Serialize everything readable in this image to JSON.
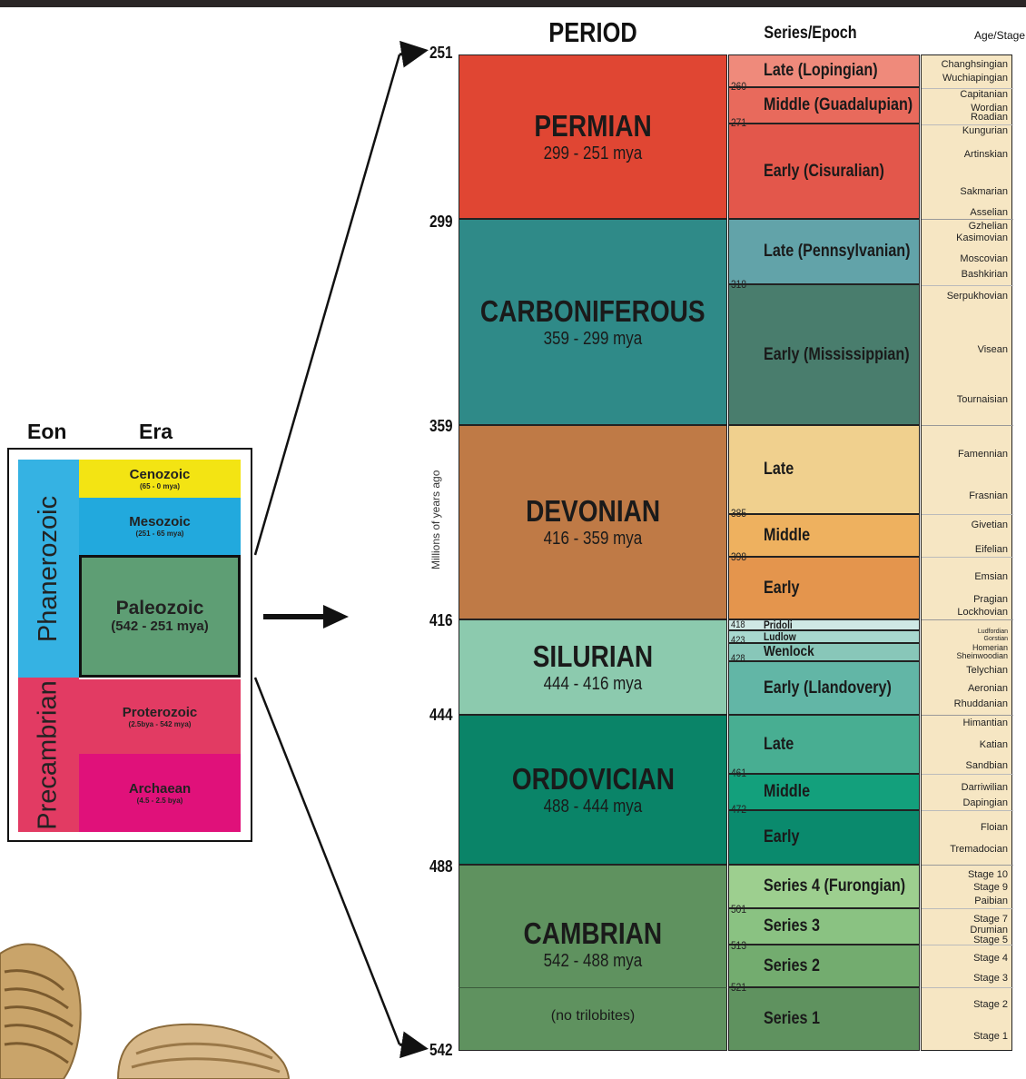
{
  "headers": {
    "period": "PERIOD",
    "series": "Series/Epoch",
    "age": "Age/Stage"
  },
  "y_axis_label": "Millions of years ago",
  "ticks": [
    "251",
    "299",
    "359",
    "416",
    "444",
    "488",
    "542"
  ],
  "legend": {
    "eon_header": "Eon",
    "era_header": "Era",
    "eons": [
      "Phanerozoic",
      "Precambrian"
    ],
    "eras": [
      {
        "name": "Cenozoic",
        "range": "(65 - 0 mya)"
      },
      {
        "name": "Mesozoic",
        "range": "(251 - 65 mya)"
      },
      {
        "name": "Paleozoic",
        "range": "(542 - 251 mya)"
      },
      {
        "name": "Proterozoic",
        "range": "(2.5bya - 542 mya)"
      },
      {
        "name": "Archaean",
        "range": "(4.5 - 2.5 bya)"
      }
    ],
    "colors": {
      "cenozoic": "#f3e413",
      "mesozoic": "#22a9dd",
      "phanerozoic": "#35b2e3",
      "paleozoic": "#5e9e74",
      "proterozoic": "#e23b63",
      "archaean": "#e0117a",
      "precambrian": "#e23b63"
    }
  },
  "periods": [
    {
      "name": "PERMIAN",
      "range": "299 - 251 mya",
      "color": "#e04633"
    },
    {
      "name": "CARBONIFEROUS",
      "range": "359 - 299 mya",
      "color": "#2f8a88"
    },
    {
      "name": "DEVONIAN",
      "range": "416 - 359 mya",
      "color": "#bf7a46"
    },
    {
      "name": "SILURIAN",
      "range": "444 - 416 mya",
      "color": "#8ccaae"
    },
    {
      "name": "ORDOVICIAN",
      "range": "488 - 444 mya",
      "color": "#0a8468"
    },
    {
      "name": "CAMBRIAN",
      "range": "542 - 488 mya",
      "color": "#5f925f",
      "note": "(no trilobites)"
    }
  ],
  "epochs": [
    {
      "label": "Late (Lopingian)",
      "color": "#ef8a7b"
    },
    {
      "label": "Middle (Guadalupian)",
      "color": "#e86a5c",
      "start": "260"
    },
    {
      "label": "Early (Cisuralian)",
      "color": "#e3574b",
      "start": "271"
    },
    {
      "label": "Late (Pennsylvanian)",
      "color": "#62a3a9"
    },
    {
      "label": "Early (Mississippian)",
      "color": "#497d6d",
      "start": "318"
    },
    {
      "label": "Late",
      "color": "#f0d08e"
    },
    {
      "label": "Middle",
      "color": "#eeb15f",
      "start": "385"
    },
    {
      "label": "Early",
      "color": "#e4954d",
      "start": "398"
    },
    {
      "label": "Pridoli",
      "color": "#cfe8e4",
      "start": "418"
    },
    {
      "label": "Ludlow",
      "color": "#a8d8cf",
      "start": "423"
    },
    {
      "label": "Wenlock",
      "color": "#88c7b9",
      "start": "428"
    },
    {
      "label": "Early (Llandovery)",
      "color": "#62b6a6"
    },
    {
      "label": "Late",
      "color": "#48ae92"
    },
    {
      "label": "Middle",
      "color": "#13a07c",
      "start": "461"
    },
    {
      "label": "Early",
      "color": "#0a8a6d",
      "start": "472"
    },
    {
      "label": "Series 4 (Furongian)",
      "color": "#9dcf8f"
    },
    {
      "label": "Series 3",
      "color": "#8ac282",
      "start": "501"
    },
    {
      "label": "Series 2",
      "color": "#73ac6f",
      "start": "513"
    },
    {
      "label": "Series 1",
      "color": "#5f925f",
      "start": "521"
    }
  ],
  "stages": [
    "Changhsingian",
    "Wuchiapingian",
    "Capitanian",
    "Wordian",
    "Roadian",
    "Kungurian",
    "Artinskian",
    "Sakmarian",
    "Asselian",
    "Gzhelian",
    "Kasimovian",
    "Moscovian",
    "Bashkirian",
    "Serpukhovian",
    "Visean",
    "Tournaisian",
    "Famennian",
    "Frasnian",
    "Givetian",
    "Eifelian",
    "Emsian",
    "Pragian",
    "Lockhovian",
    "Ludfordian",
    "Gorstian",
    "Homerian",
    "Sheinwoodian",
    "Telychian",
    "Aeronian",
    "Rhuddanian",
    "Himantian",
    "Katian",
    "Sandbian",
    "Darriwilian",
    "Dapingian",
    "Floian",
    "Tremadocian",
    "Stage 10",
    "Stage 9",
    "Paibian",
    "Stage 7",
    "Drumian",
    "Stage 5",
    "Stage 4",
    "Stage 3",
    "Stage 2",
    "Stage 1"
  ]
}
